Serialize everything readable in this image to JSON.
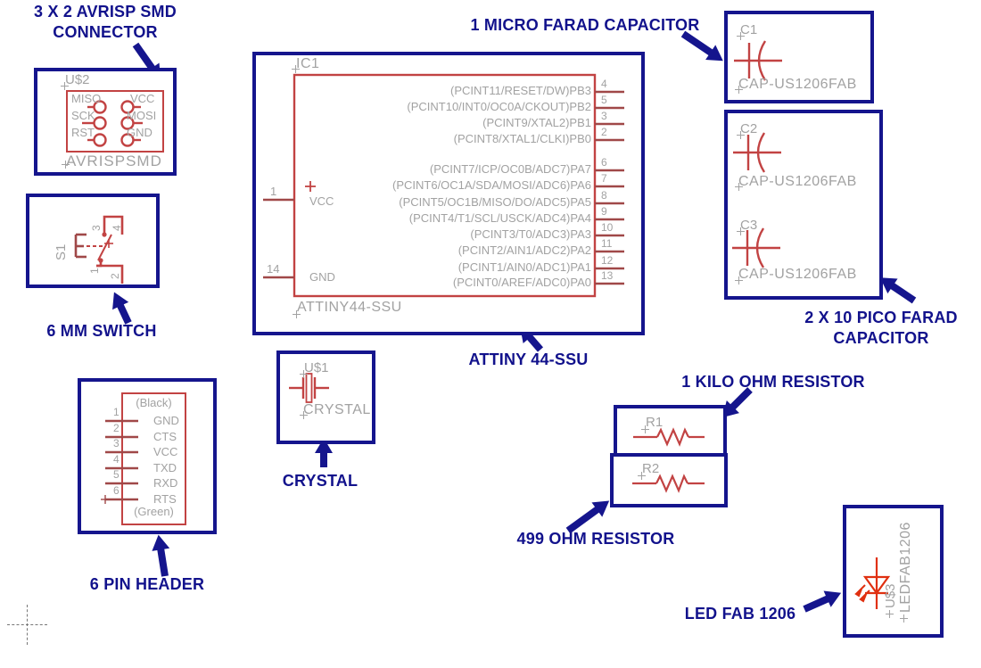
{
  "colors": {
    "navy": "#15158d",
    "red": "#c24343",
    "gray": "#a2a2a2"
  },
  "labels": {
    "avrisp_line1": "3 X 2 AVRISP SMD",
    "avrisp_line2": "CONNECTOR",
    "cap1": "1 MICRO FARAD CAPACITOR",
    "attiny": "ATTINY 44-SSU",
    "switch": "6 MM SWITCH",
    "header": "6 PIN HEADER",
    "crystal": "CRYSTAL",
    "cap23_line1": "2 X 10 PICO FARAD",
    "cap23_line2": "CAPACITOR",
    "r1": "1 KILO OHM RESISTOR",
    "r2": "499 OHM RESISTOR",
    "led": "LED FAB 1206"
  },
  "avrisp": {
    "ref": "U$2",
    "value": "AVRISPSMD",
    "pins": {
      "miso": "MISO",
      "vcc": "VCC",
      "sck": "SCK",
      "mosi": "MOSI",
      "rst": "RST",
      "gnd": "GND"
    }
  },
  "switch": {
    "ref": "S1",
    "pin1": "1",
    "pin2": "2",
    "pin3": "3",
    "pin4": "4"
  },
  "header": {
    "top": "(Black)",
    "bottom": "(Green)",
    "pins": [
      {
        "n": "1",
        "name": "GND"
      },
      {
        "n": "2",
        "name": "CTS"
      },
      {
        "n": "3",
        "name": "VCC"
      },
      {
        "n": "4",
        "name": "TXD"
      },
      {
        "n": "5",
        "name": "RXD"
      },
      {
        "n": "6",
        "name": "RTS"
      }
    ]
  },
  "crystal": {
    "ref": "U$1",
    "value": "CRYSTAL"
  },
  "ic": {
    "ref": "IC1",
    "value": "ATTINY44-SSU",
    "left_pins": [
      {
        "n": "1",
        "name": "VCC"
      },
      {
        "n": "14",
        "name": "GND"
      }
    ],
    "right_pins": [
      {
        "n": "4",
        "name": "(PCINT11/RESET/DW)PB3"
      },
      {
        "n": "5",
        "name": "(PCINT10/INT0/OC0A/CKOUT)PB2"
      },
      {
        "n": "3",
        "name": "(PCINT9/XTAL2)PB1"
      },
      {
        "n": "2",
        "name": "(PCINT8/XTAL1/CLKI)PB0"
      },
      {
        "n": "6",
        "name": "(PCINT7/ICP/OC0B/ADC7)PA7"
      },
      {
        "n": "7",
        "name": "(PCINT6/OC1A/SDA/MOSI/ADC6)PA6"
      },
      {
        "n": "8",
        "name": "(PCINT5/OC1B/MISO/DO/ADC5)PA5"
      },
      {
        "n": "9",
        "name": "(PCINT4/T1/SCL/USCK/ADC4)PA4"
      },
      {
        "n": "10",
        "name": "(PCINT3/T0/ADC3)PA3"
      },
      {
        "n": "11",
        "name": "(PCINT2/AIN1/ADC2)PA2"
      },
      {
        "n": "12",
        "name": "(PCINT1/AIN0/ADC1)PA1"
      },
      {
        "n": "13",
        "name": "(PCINT0/AREF/ADC0)PA0"
      }
    ]
  },
  "c1": {
    "ref": "C1",
    "value": "CAP-US1206FAB"
  },
  "c2": {
    "ref": "C2",
    "value": "CAP-US1206FAB"
  },
  "c3": {
    "ref": "C3",
    "value": "CAP-US1206FAB"
  },
  "r1": {
    "ref": "R1"
  },
  "r2": {
    "ref": "R2"
  },
  "led": {
    "ref": "U$3",
    "value": "LEDFAB1206"
  }
}
